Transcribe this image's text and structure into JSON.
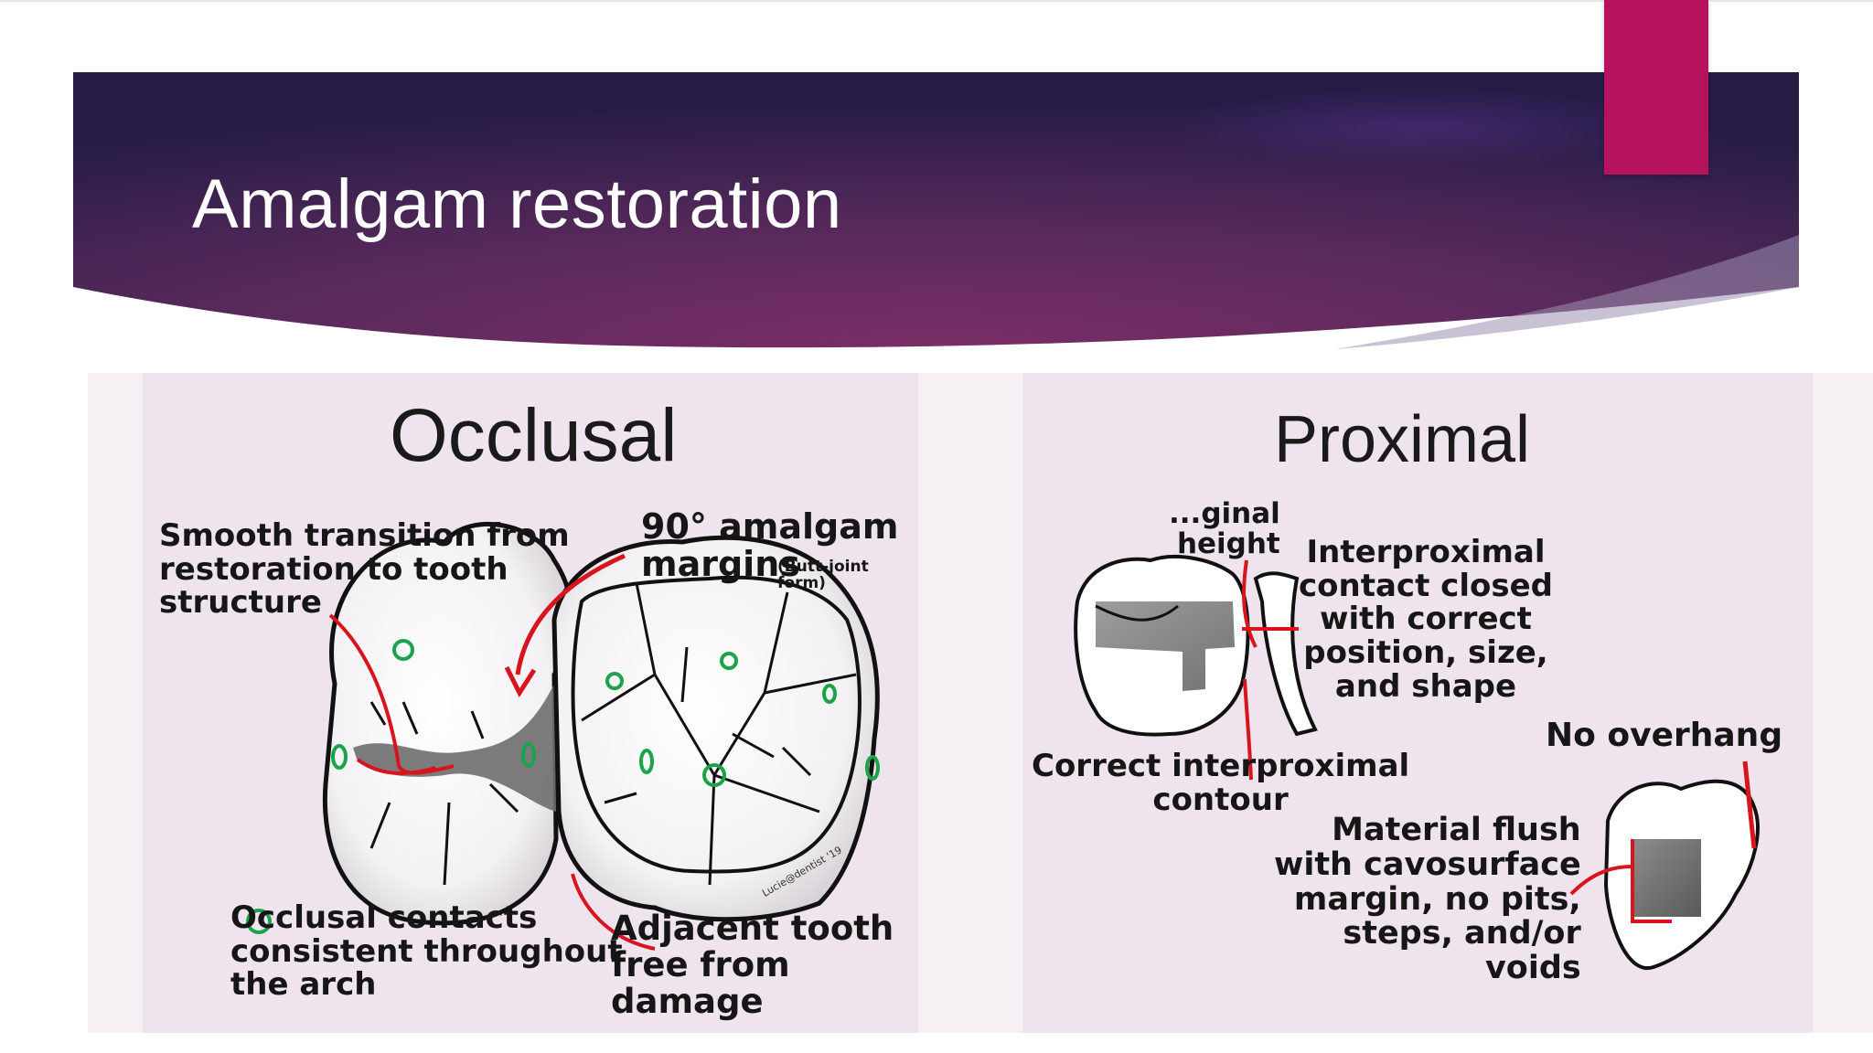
{
  "slide": {
    "title": "Amalgam restoration",
    "colors": {
      "banner_dark": "#2a1d4a",
      "banner_mid": "#6a2a5e",
      "accent_tab": "#b5135e",
      "panel_bg": "#efe3ed"
    }
  },
  "figure": {
    "occlusal": {
      "heading": "Occlusal",
      "smooth_transition": "Smooth transition from\nrestoration to tooth\nstructure",
      "margins_main": "90° amalgam\nmargins",
      "margins_note": "(Butt-joint form)",
      "contacts": "Occlusal contacts\nconsistent throughout\nthe arch",
      "adjacent_tooth": "Adjacent tooth\nfree from damage",
      "signature": "Lucie@dentist '19"
    },
    "proximal": {
      "heading": "Proximal",
      "marginal_height": "...ginal\nheight",
      "interproximal_contact": "Interproximal\ncontact closed\nwith correct\nposition, size,\nand shape",
      "contour": "Correct interproximal\ncontour",
      "no_overhang": "No overhang",
      "flush": "Material flush\nwith cavosurface\nmargin, no pits,\nsteps, and/or\nvoids"
    }
  }
}
